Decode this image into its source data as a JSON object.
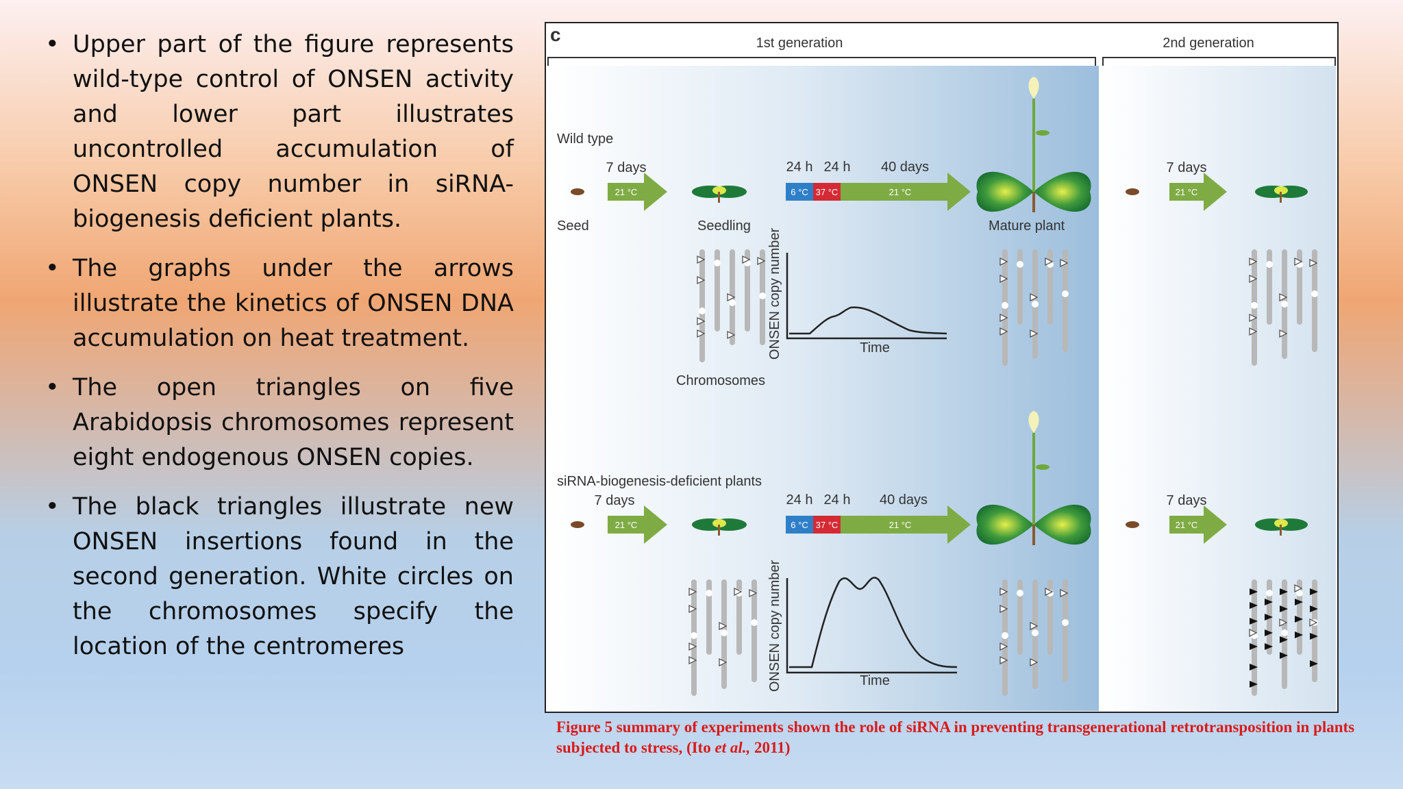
{
  "bullets": [
    {
      "text": "Upper part of the figure represents wild-type control of ONSEN activity and lower part illustrates uncontrolled accumulation of ONSEN copy number in siRNA-biogenesis deficient plants."
    },
    {
      "text": "The graphs under the arrows illustrate the kinetics of ONSEN DNA accumulation on heat treatment."
    },
    {
      "text": "The open triangles on five Arabidopsis chromosomes represent eight endogenous ONSEN copies."
    },
    {
      "text": "The black triangles illustrate new ONSEN insertions found in the second generation. White circles on the chromosomes specify the location of the centromeres"
    }
  ],
  "bullet_glyph": "•",
  "figure": {
    "panel_letter": "c",
    "gen1": "1st  generation",
    "gen2": "2nd  generation",
    "wild_type": "Wild type",
    "sirna": "siRNA-biogenesis-deficient plants",
    "days7": "7 days",
    "h24a": "24 h",
    "h24b": "24 h",
    "days40": "40 days",
    "temp21": "21 °C",
    "temp6": "6 °C",
    "temp37": "37 °C",
    "seed": "Seed",
    "seedling": "Seedling",
    "mature": "Mature plant",
    "chromosomes": "Chromosomes",
    "ylabel": "ONSEN copy number",
    "xlabel": "Time",
    "colors": {
      "arrow": "#7fab45",
      "cold": "#2f7fc8",
      "hot": "#d42a35",
      "leaf": "#1f7a3a",
      "chromosome": "#b8b8b8"
    }
  },
  "caption": {
    "part1": "Figure 5 summary of experiments shown the role of siRNA in preventing transgenerational retrotransposition in plants subjected to stress, (Ito ",
    "etal": "et al.,",
    "part2": " 2011)"
  }
}
